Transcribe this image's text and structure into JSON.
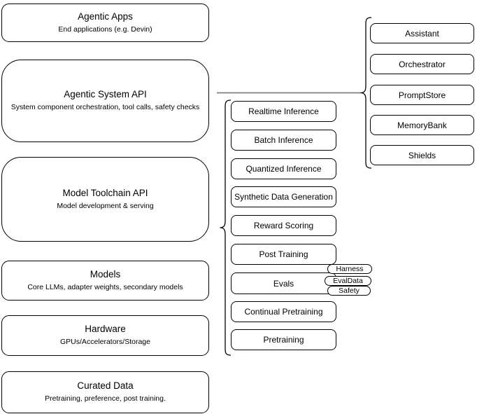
{
  "diagram": {
    "stack": [
      {
        "title": "Agentic Apps",
        "subtitle": "End applications (e.g. Devin)"
      },
      {
        "title": "Agentic System API",
        "subtitle": "System component orchestration, tool calls, safety checks"
      },
      {
        "title": "Model Toolchain API",
        "subtitle": "Model development & serving"
      },
      {
        "title": "Models",
        "subtitle": "Core LLMs, adapter weights, secondary models"
      },
      {
        "title": "Hardware",
        "subtitle": "GPUs/Accelerators/Storage"
      },
      {
        "title": "Curated Data",
        "subtitle": "Pretraining, preference, post training."
      }
    ],
    "toolchain_services": [
      "Realtime Inference",
      "Batch Inference",
      "Quantized Inference",
      "Synthetic Data Generation",
      "Reward Scoring",
      "Post Training",
      "Evals",
      "Continual Pretraining",
      "Pretraining"
    ],
    "eval_tags": [
      "Harness",
      "EvalData",
      "Safety"
    ],
    "system_components": [
      "Assistant",
      "Orchestrator",
      "PromptStore",
      "MemoryBank",
      "Shields"
    ],
    "colors": {
      "node_border": "#000000",
      "node_fill": "#ffffff",
      "connector": "#808080",
      "background": "#ffffff"
    }
  }
}
